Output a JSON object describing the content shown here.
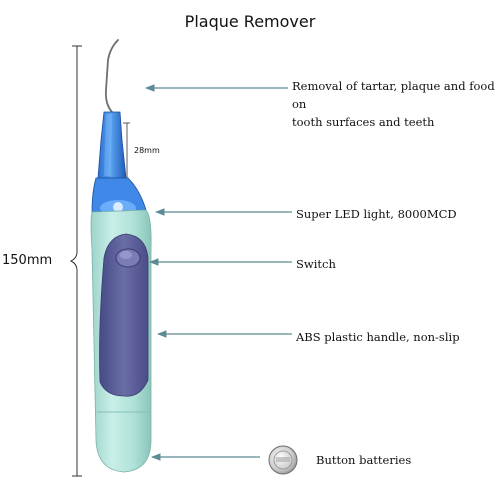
{
  "title": "Plaque Remover",
  "dimensions": {
    "total_length": "150mm",
    "tip_length": "28mm"
  },
  "callouts": {
    "tartar_line1": "Removal of tartar, plaque and food on",
    "tartar_line2": "tooth surfaces and teeth",
    "led": "Super LED light, 8000MCD",
    "switch": "Switch",
    "handle": "ABS plastic handle, non-slip",
    "battery": "Button batteries"
  },
  "colors": {
    "tip": "#2f7fe0",
    "body": "#b6e6de",
    "grip": "#5c5f98",
    "arrow": "#5d8b95"
  }
}
